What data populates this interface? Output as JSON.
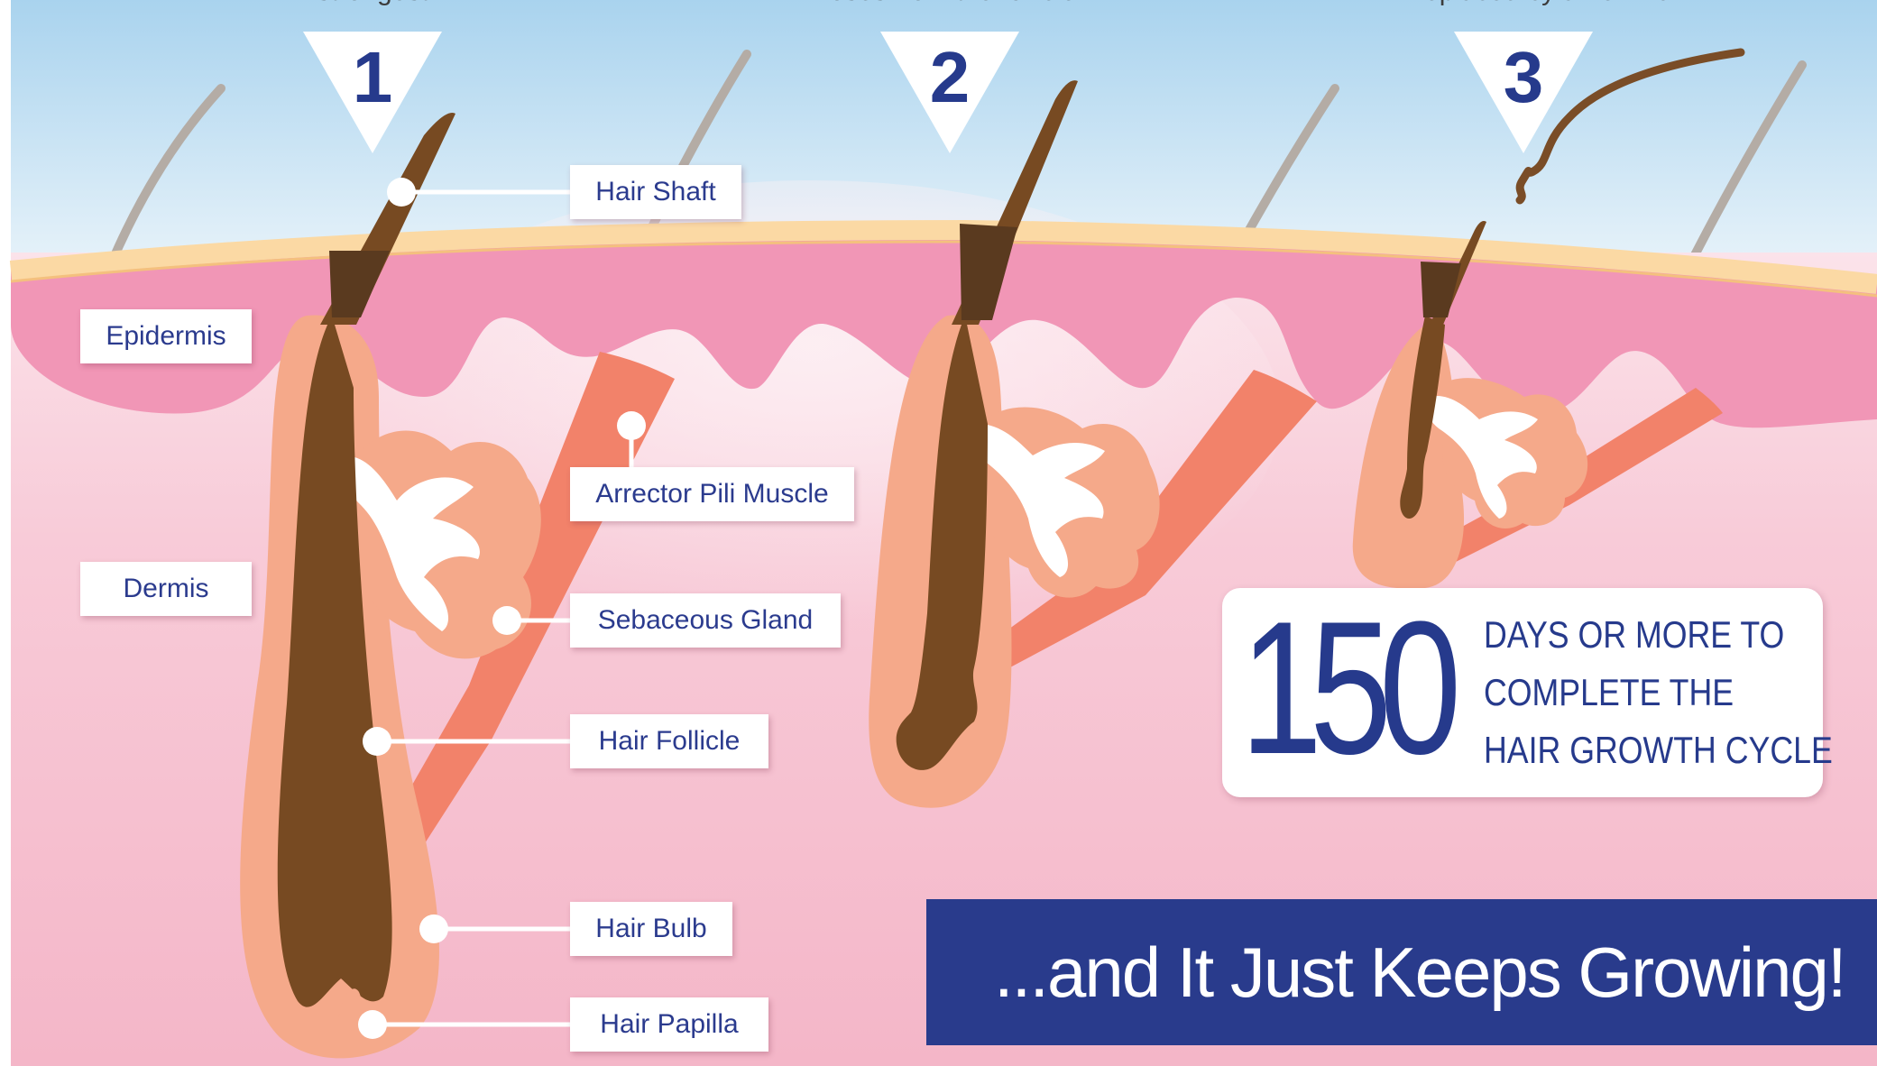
{
  "header_fragments": {
    "step1": "strongest",
    "step2": "loses from the follicle",
    "step3": "replaced by a new hair"
  },
  "steps": [
    "1",
    "2",
    "3"
  ],
  "labels": {
    "hair_shaft": "Hair Shaft",
    "epidermis": "Epidermis",
    "arrector_pili_muscle": "Arrector Pili Muscle",
    "dermis": "Dermis",
    "sebaceous_gland": "Sebaceous Gland",
    "hair_follicle": "Hair Follicle",
    "hair_bulb": "Hair Bulb",
    "hair_papilla": "Hair Papilla"
  },
  "stat": {
    "number": "150",
    "line1": "DAYS OR MORE TO",
    "line2": "COMPLETE THE",
    "line3": "HAIR GROWTH CYCLE"
  },
  "banner": "...and It Just Keeps Growing!",
  "colors": {
    "sky_top": "#a9d3ee",
    "skin_surface": "#fbd9a4",
    "epidermis": "#f196b6",
    "dermis": "#f6bfd0",
    "follicle": "#f5a98a",
    "muscle": "#f2826a",
    "hair": "#774a22",
    "accent_blue": "#293b8c"
  }
}
